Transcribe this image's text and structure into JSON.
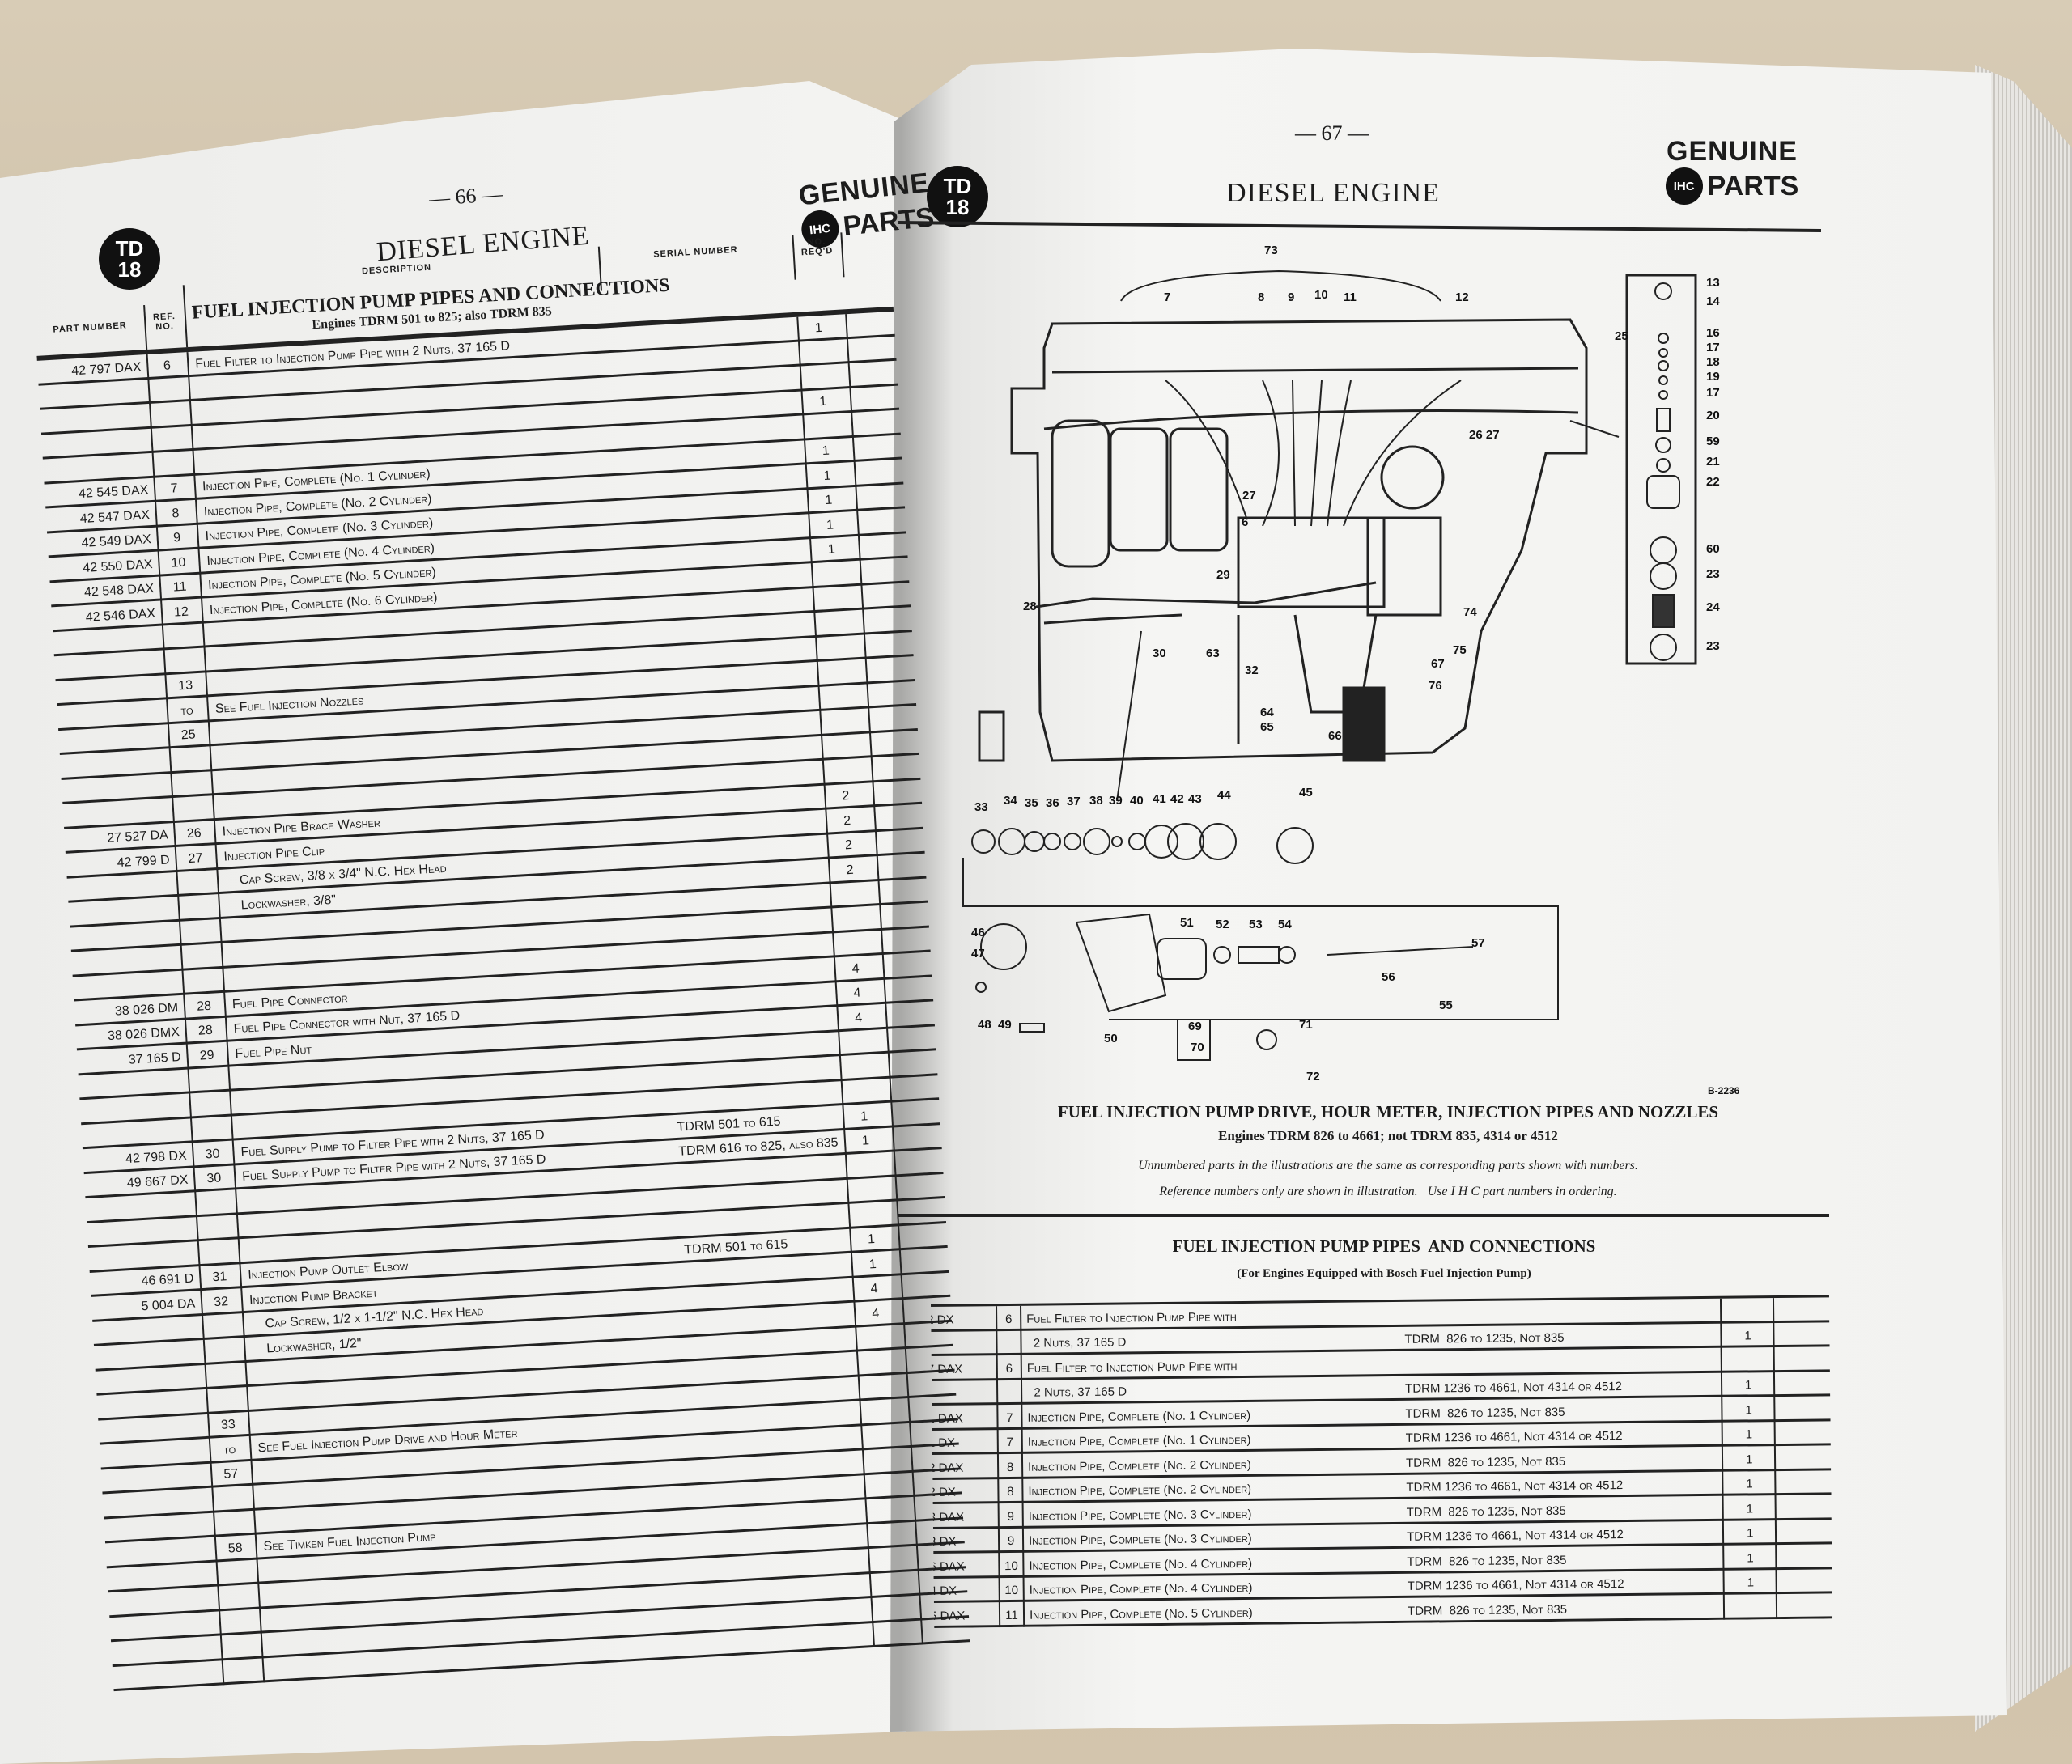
{
  "left_page": {
    "page_number": "— 66 —",
    "badge": [
      "TD",
      "18"
    ],
    "title": "DIESEL ENGINE",
    "logo": {
      "top": "GENUINE",
      "mark": "IHC",
      "bottom": "PARTS"
    },
    "headers": {
      "part_number": "PART NUMBER",
      "ref_no": "REF. NO.",
      "description": "DESCRIPTION",
      "serial_number": "SERIAL NUMBER",
      "no_reqd": "NO. REQ'D"
    },
    "section_title": "FUEL INJECTION PUMP PIPES AND CONNECTIONS",
    "section_subtitle": "Engines TDRM 501 to 825; also TDRM 835",
    "rows": [
      {
        "part": "42 797 DAX",
        "ref": "6",
        "desc": "Fuel Filter to Injection Pump Pipe with 2 Nuts, 37 165 D",
        "qty": "1"
      },
      {},
      {},
      {
        "qty": "1"
      },
      {},
      {
        "part": "42 545 DAX",
        "ref": "7",
        "desc": "Injection Pipe, Complete (No. 1 Cylinder)",
        "qty": "1"
      },
      {
        "part": "42 547 DAX",
        "ref": "8",
        "desc": "Injection Pipe, Complete (No. 2 Cylinder)",
        "qty": "1"
      },
      {
        "part": "42 549 DAX",
        "ref": "9",
        "desc": "Injection Pipe, Complete (No. 3 Cylinder)",
        "qty": "1"
      },
      {
        "part": "42 550 DAX",
        "ref": "10",
        "desc": "Injection Pipe, Complete (No. 4 Cylinder)",
        "qty": "1"
      },
      {
        "part": "42 548 DAX",
        "ref": "11",
        "desc": "Injection Pipe, Complete (No. 5 Cylinder)",
        "qty": "1"
      },
      {
        "part": "42 546 DAX",
        "ref": "12",
        "desc": "Injection Pipe, Complete (No. 6 Cylinder)"
      },
      {},
      {},
      {
        "ref": "13"
      },
      {
        "ref": "to",
        "desc": "See Fuel Injection Nozzles"
      },
      {
        "ref": "25"
      },
      {},
      {},
      {},
      {
        "part": "27 527 DA",
        "ref": "26",
        "desc": "Injection Pipe Brace Washer",
        "qty": "2"
      },
      {
        "part": "42 799 D",
        "ref": "27",
        "desc": "Injection Pipe Clip",
        "qty": "2"
      },
      {
        "desc": "    Cap Screw, 3/8 x 3/4\" N.C. Hex Head",
        "qty": "2"
      },
      {
        "desc": "    Lockwasher, 3/8\"",
        "qty": "2"
      },
      {},
      {},
      {},
      {
        "part": "38 026 DM",
        "ref": "28",
        "desc": "Fuel Pipe Connector",
        "qty": "4"
      },
      {
        "part": "38 026 DMX",
        "ref": "28",
        "desc": "Fuel Pipe Connector with Nut, 37 165 D",
        "qty": "4"
      },
      {
        "part": "37 165 D",
        "ref": "29",
        "desc": "Fuel Pipe Nut",
        "qty": "4"
      },
      {},
      {},
      {},
      {
        "part": "42 798 DX",
        "ref": "30",
        "desc": "Fuel Supply Pump to Filter Pipe with 2 Nuts, 37 165 D",
        "serial": "TDRM 501 to 615",
        "qty": "1"
      },
      {
        "part": "49 667 DX",
        "ref": "30",
        "desc": "Fuel Supply Pump to Filter Pipe with 2 Nuts, 37 165 D",
        "serial": "TDRM 616 to 825, also 835",
        "qty": "1"
      },
      {},
      {},
      {},
      {
        "part": "46 691 D",
        "ref": "31",
        "desc": "Injection Pump Outlet Elbow",
        "serial": "TDRM 501 to 615",
        "qty": "1"
      },
      {
        "part": "5 004 DA",
        "ref": "32",
        "desc": "Injection Pump Bracket",
        "qty": "1"
      },
      {
        "desc": "    Cap Screw, 1/2 x 1-1/2\" N.C. Hex Head",
        "qty": "4"
      },
      {
        "desc": "    Lockwasher, 1/2\"",
        "qty": "4"
      },
      {},
      {},
      {
        "ref": "33"
      },
      {
        "ref": "to",
        "desc": "See Fuel Injection Pump Drive and Hour Meter"
      },
      {
        "ref": "57"
      },
      {},
      {},
      {
        "ref": "58",
        "desc": "See Timken Fuel Injection Pump"
      },
      {},
      {},
      {},
      {},
      {}
    ]
  },
  "right_page": {
    "page_number": "— 67 —",
    "badge": [
      "TD",
      "18"
    ],
    "title": "DIESEL ENGINE",
    "logo": {
      "top": "GENUINE",
      "mark": "IHC",
      "bottom": "PARTS"
    },
    "illustration": {
      "callouts": [
        "73",
        "7",
        "8",
        "9",
        "10",
        "11",
        "12",
        "26 27",
        "27",
        "6",
        "29",
        "28",
        "30",
        "63",
        "32",
        "74",
        "75",
        "67",
        "76",
        "64",
        "65",
        "66",
        "13",
        "14",
        "25",
        "16",
        "17",
        "18",
        "19",
        "17",
        "20",
        "59",
        "21",
        "22",
        "60",
        "23",
        "24",
        "23",
        "33",
        "34",
        "35",
        "36",
        "37",
        "38",
        "39",
        "40",
        "41",
        "42",
        "43",
        "44",
        "45",
        "46",
        "47",
        "48",
        "49",
        "50",
        "51",
        "52",
        "53",
        "54",
        "56",
        "57",
        "55",
        "69",
        "70",
        "71",
        "72"
      ],
      "figure_number": "B-2236"
    },
    "caption_title": "FUEL INJECTION PUMP DRIVE, HOUR METER, INJECTION PIPES AND NOZZLES",
    "caption_subtitle": "Engines TDRM 826 to 4661; not TDRM 835, 4314 or 4512",
    "note_1": "Unnumbered parts in the illustrations are the same as corresponding parts shown with numbers.",
    "note_2": "Reference numbers only are shown in illustration.   Use I H C part numbers in ordering.",
    "section_title": "FUEL INJECTION PUMP PIPES  AND CONNECTIONS",
    "section_subtitle": "(For Engines Equipped with Bosch Fuel Injection Pump)",
    "rows": [
      {
        "part": "…2 DX",
        "ref": "6",
        "desc": "Fuel Filter to Injection Pump Pipe with"
      },
      {
        "desc": "  2 Nuts, 37 165 D",
        "serial": "TDRM  826 to 1235, Not 835",
        "qty": "1"
      },
      {
        "part": "…7 DAX",
        "ref": "6",
        "desc": "Fuel Filter to Injection Pump Pipe with"
      },
      {
        "desc": "  2 Nuts, 37 165 D",
        "serial": "TDRM 1236 to 4661, Not 4314 or 4512",
        "qty": "1"
      },
      {
        "part": "…1 DAX",
        "ref": "7",
        "desc": "Injection Pipe, Complete (No. 1 Cylinder)",
        "serial": "TDRM  826 to 1235, Not 835",
        "qty": "1"
      },
      {
        "part": "…1 DX",
        "ref": "7",
        "desc": "Injection Pipe, Complete (No. 1 Cylinder)",
        "serial": "TDRM 1236 to 4661, Not 4314 or 4512",
        "qty": "1"
      },
      {
        "part": "…2 DAX",
        "ref": "8",
        "desc": "Injection Pipe, Complete (No. 2 Cylinder)",
        "serial": "TDRM  826 to 1235, Not 835",
        "qty": "1"
      },
      {
        "part": "…2 DX",
        "ref": "8",
        "desc": "Injection Pipe, Complete (No. 2 Cylinder)",
        "serial": "TDRM 1236 to 4661, Not 4314 or 4512",
        "qty": "1"
      },
      {
        "part": "…3 DAX",
        "ref": "9",
        "desc": "Injection Pipe, Complete (No. 3 Cylinder)",
        "serial": "TDRM  826 to 1235, Not 835",
        "qty": "1"
      },
      {
        "part": "…3 DX",
        "ref": "9",
        "desc": "Injection Pipe, Complete (No. 3 Cylinder)",
        "serial": "TDRM 1236 to 4661, Not 4314 or 4512",
        "qty": "1"
      },
      {
        "part": "…6 DAX",
        "ref": "10",
        "desc": "Injection Pipe, Complete (No. 4 Cylinder)",
        "serial": "TDRM  826 to 1235, Not 835",
        "qty": "1"
      },
      {
        "part": "…4 DX",
        "ref": "10",
        "desc": "Injection Pipe, Complete (No. 4 Cylinder)",
        "serial": "TDRM 1236 to 4661, Not 4314 or 4512",
        "qty": "1"
      },
      {
        "part": "…5 DAX",
        "ref": "11",
        "desc": "Injection Pipe, Complete (No. 5 Cylinder)",
        "serial": "TDRM  826 to 1235, Not 835"
      }
    ]
  }
}
